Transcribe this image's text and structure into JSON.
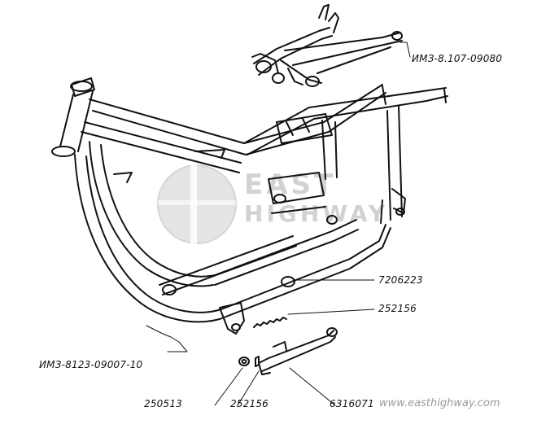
{
  "watermark": {
    "logo_line1": "EAST",
    "logo_line2": "HIGHWAY",
    "url": "www.easthighway.com"
  },
  "callouts": {
    "swingarm": "ИМЗ-8.107-09080",
    "frame": "ИМЗ-8123-09007-10",
    "part_7206223": "7206223",
    "part_252156_right": "252156",
    "part_250513": "250513",
    "part_252156_bottom": "252156",
    "part_6316071": "6316071"
  },
  "colors": {
    "ink": "#111111",
    "watermark": "#d2d2d2"
  }
}
